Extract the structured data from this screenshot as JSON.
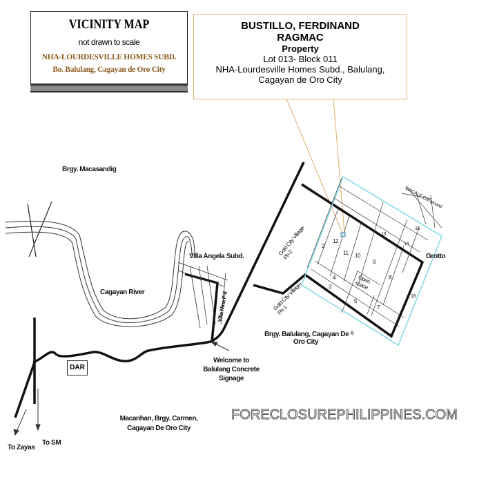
{
  "title_box": {
    "title": "VICINITY MAP",
    "subtitle": "not drawn to scale",
    "location_line1": "NHA-LOURDESVILLE HOMES SUBD.",
    "location_line2": "Bo. Balulang, Cagayan de Oro City"
  },
  "property_box": {
    "owner_line1": "BUSTILLO, FERDINAND",
    "owner_line2": "RAGMAC",
    "label": "Property",
    "lot": "Lot 013- Block 011",
    "address_line1": "NHA-Lourdesville Homes Subd., Balulang,",
    "address_line2": "Cagayan de Oro City"
  },
  "labels": {
    "macasandig": "Brgy. Macasandig",
    "river": "Cagayan River",
    "villa_angela": "Villa Angela Subd.",
    "villa_nina": "Villa Nina P-II",
    "gold_city_2": "Gold City Village-Ph-2",
    "gold_city_1": "Gold City Village-Ph-1",
    "balulang_1": "Brgy. Balulang, Cagayan De",
    "balulang_2": "Oro City",
    "welcome_1": "Welcome to",
    "welcome_2": "Balulang Concrete",
    "welcome_3": "Signage",
    "dar": "DAR",
    "macanhan_1": "Macanhan, Brgy. Carmen,",
    "macanhan_2": "Cagayan De Oro City",
    "to_zayas": "To Zayas",
    "to_sm": "To SM",
    "grotto": "Grotto",
    "macale": "MACALE Compound",
    "stray_6": "6"
  },
  "lots": [
    "2",
    "12",
    "11",
    "10",
    "9",
    "13",
    "14",
    "16",
    "4",
    "3",
    "5",
    "7",
    "8",
    "18"
  ],
  "open_space": [
    "Open",
    "space"
  ],
  "watermark": "FORECLOSUREPHILIPPINES.COM",
  "colors": {
    "callout": "#e0b070",
    "boundary": "#7fd8e6",
    "location_text": "#8a5a1c"
  }
}
